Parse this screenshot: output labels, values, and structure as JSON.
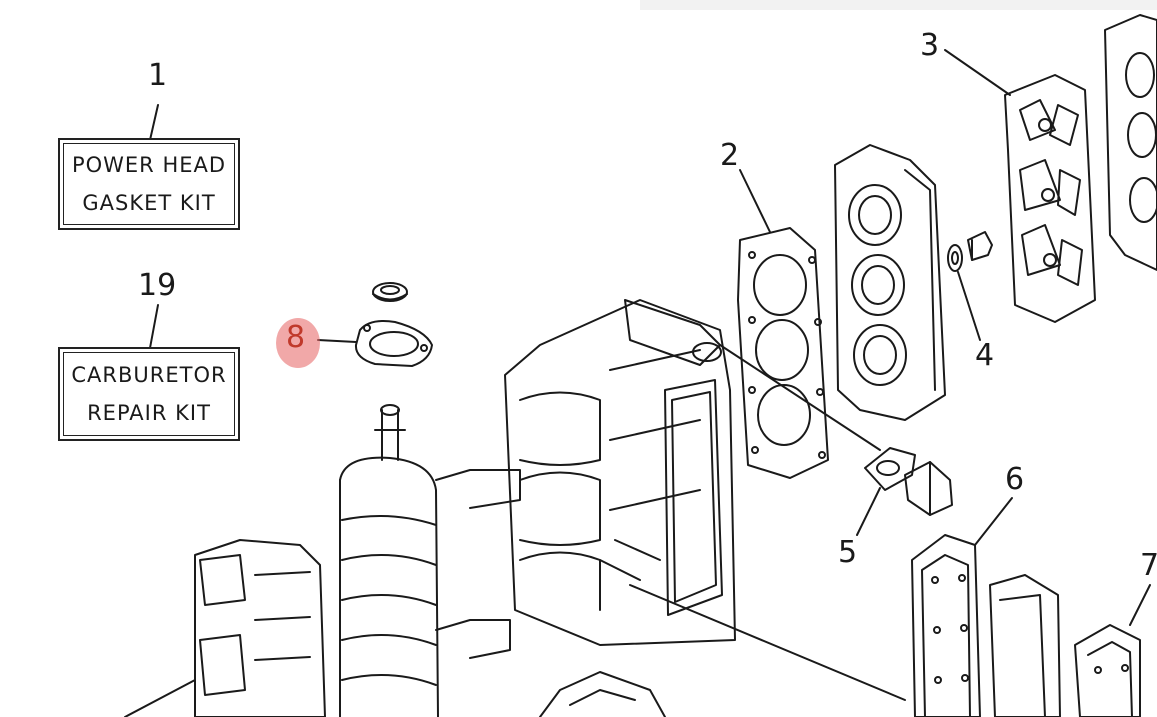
{
  "kits": [
    {
      "number": "1",
      "line1": "POWER HEAD",
      "line2": "GASKET KIT"
    },
    {
      "number": "19",
      "line1": "CARBURETOR",
      "line2": "REPAIR KIT"
    }
  ],
  "callouts": {
    "c2": "2",
    "c3": "3",
    "c4": "4",
    "c5": "5",
    "c6": "6",
    "c7": "7",
    "c8": "8"
  },
  "highlight_color": "#e86e6e"
}
